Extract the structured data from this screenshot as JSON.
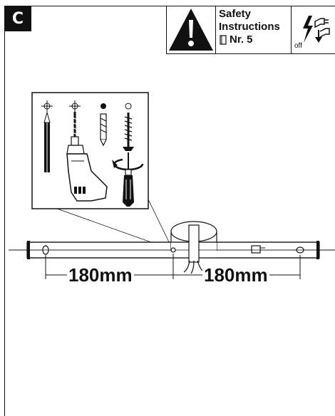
{
  "step": {
    "letter": "C"
  },
  "safety": {
    "line1": "Safety",
    "line2": "Instructions",
    "nr": "Nr. 5",
    "off_label": "off"
  },
  "dimensions": {
    "left": "180mm",
    "right": "180mm"
  },
  "icons": [
    "warning-triangle-icon",
    "book-icon",
    "power-off-icon",
    "pencil-icon",
    "drill-icon",
    "wall-plug-icon",
    "screw-icon",
    "screwdriver-icon"
  ]
}
